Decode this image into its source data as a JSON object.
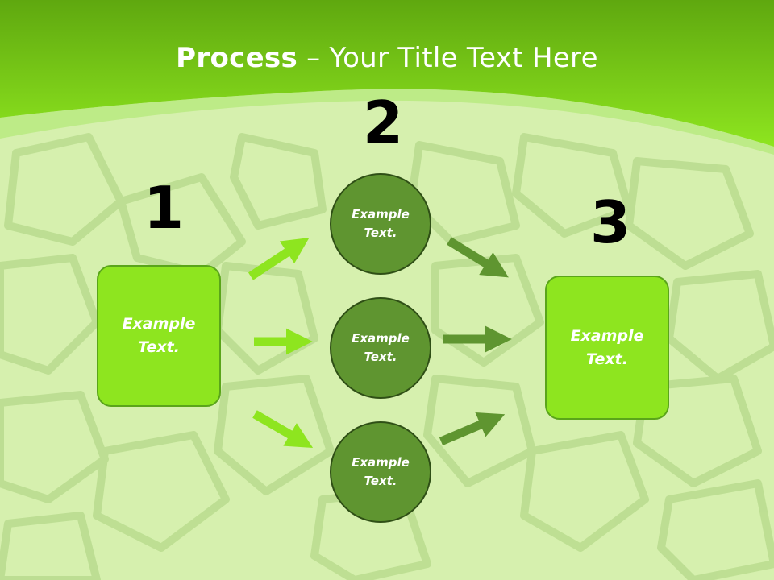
{
  "title": {
    "bold": "Process",
    "rest": " – Your Title Text Here"
  },
  "steps": [
    {
      "number": "1",
      "text": "Example Text."
    },
    {
      "number": "2",
      "items": [
        "Example Text.",
        "Example Text.",
        "Example Text."
      ]
    },
    {
      "number": "3",
      "text": "Example Text."
    }
  ],
  "colors": {
    "header_green": "#86e21a",
    "box_fill": "#8ee51f",
    "circle_fill": "#5f9530",
    "arrow_light": "#8ee51f",
    "arrow_dark": "#5f9530"
  },
  "icons": [
    "arrow-right-icon"
  ]
}
